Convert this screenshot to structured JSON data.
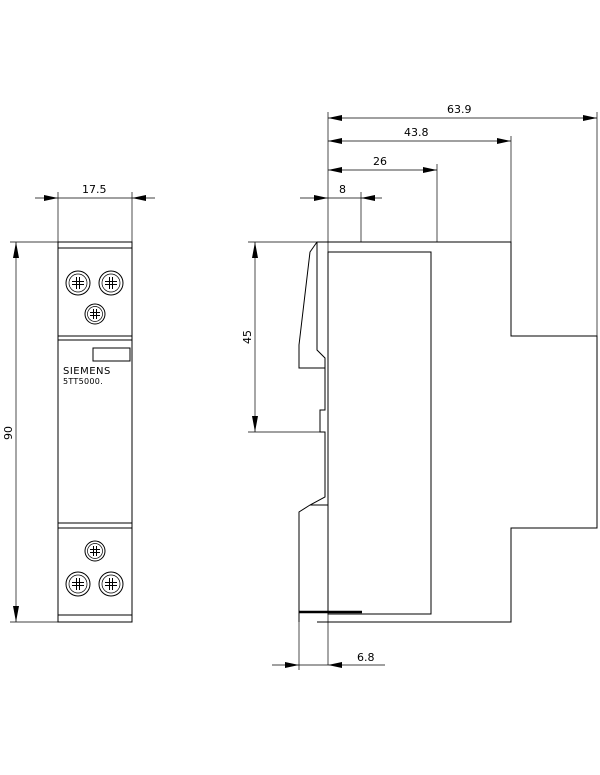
{
  "drawing": {
    "front_view": {
      "width_label": "17.5",
      "height_label": "90",
      "brand": "SIEMENS",
      "model": "5TT5000."
    },
    "side_view": {
      "total_depth_label": "63.9",
      "depth_2_label": "43.8",
      "depth_3_label": "26",
      "depth_4_label": "8",
      "height_label": "45",
      "rail_label": "6.8"
    }
  }
}
